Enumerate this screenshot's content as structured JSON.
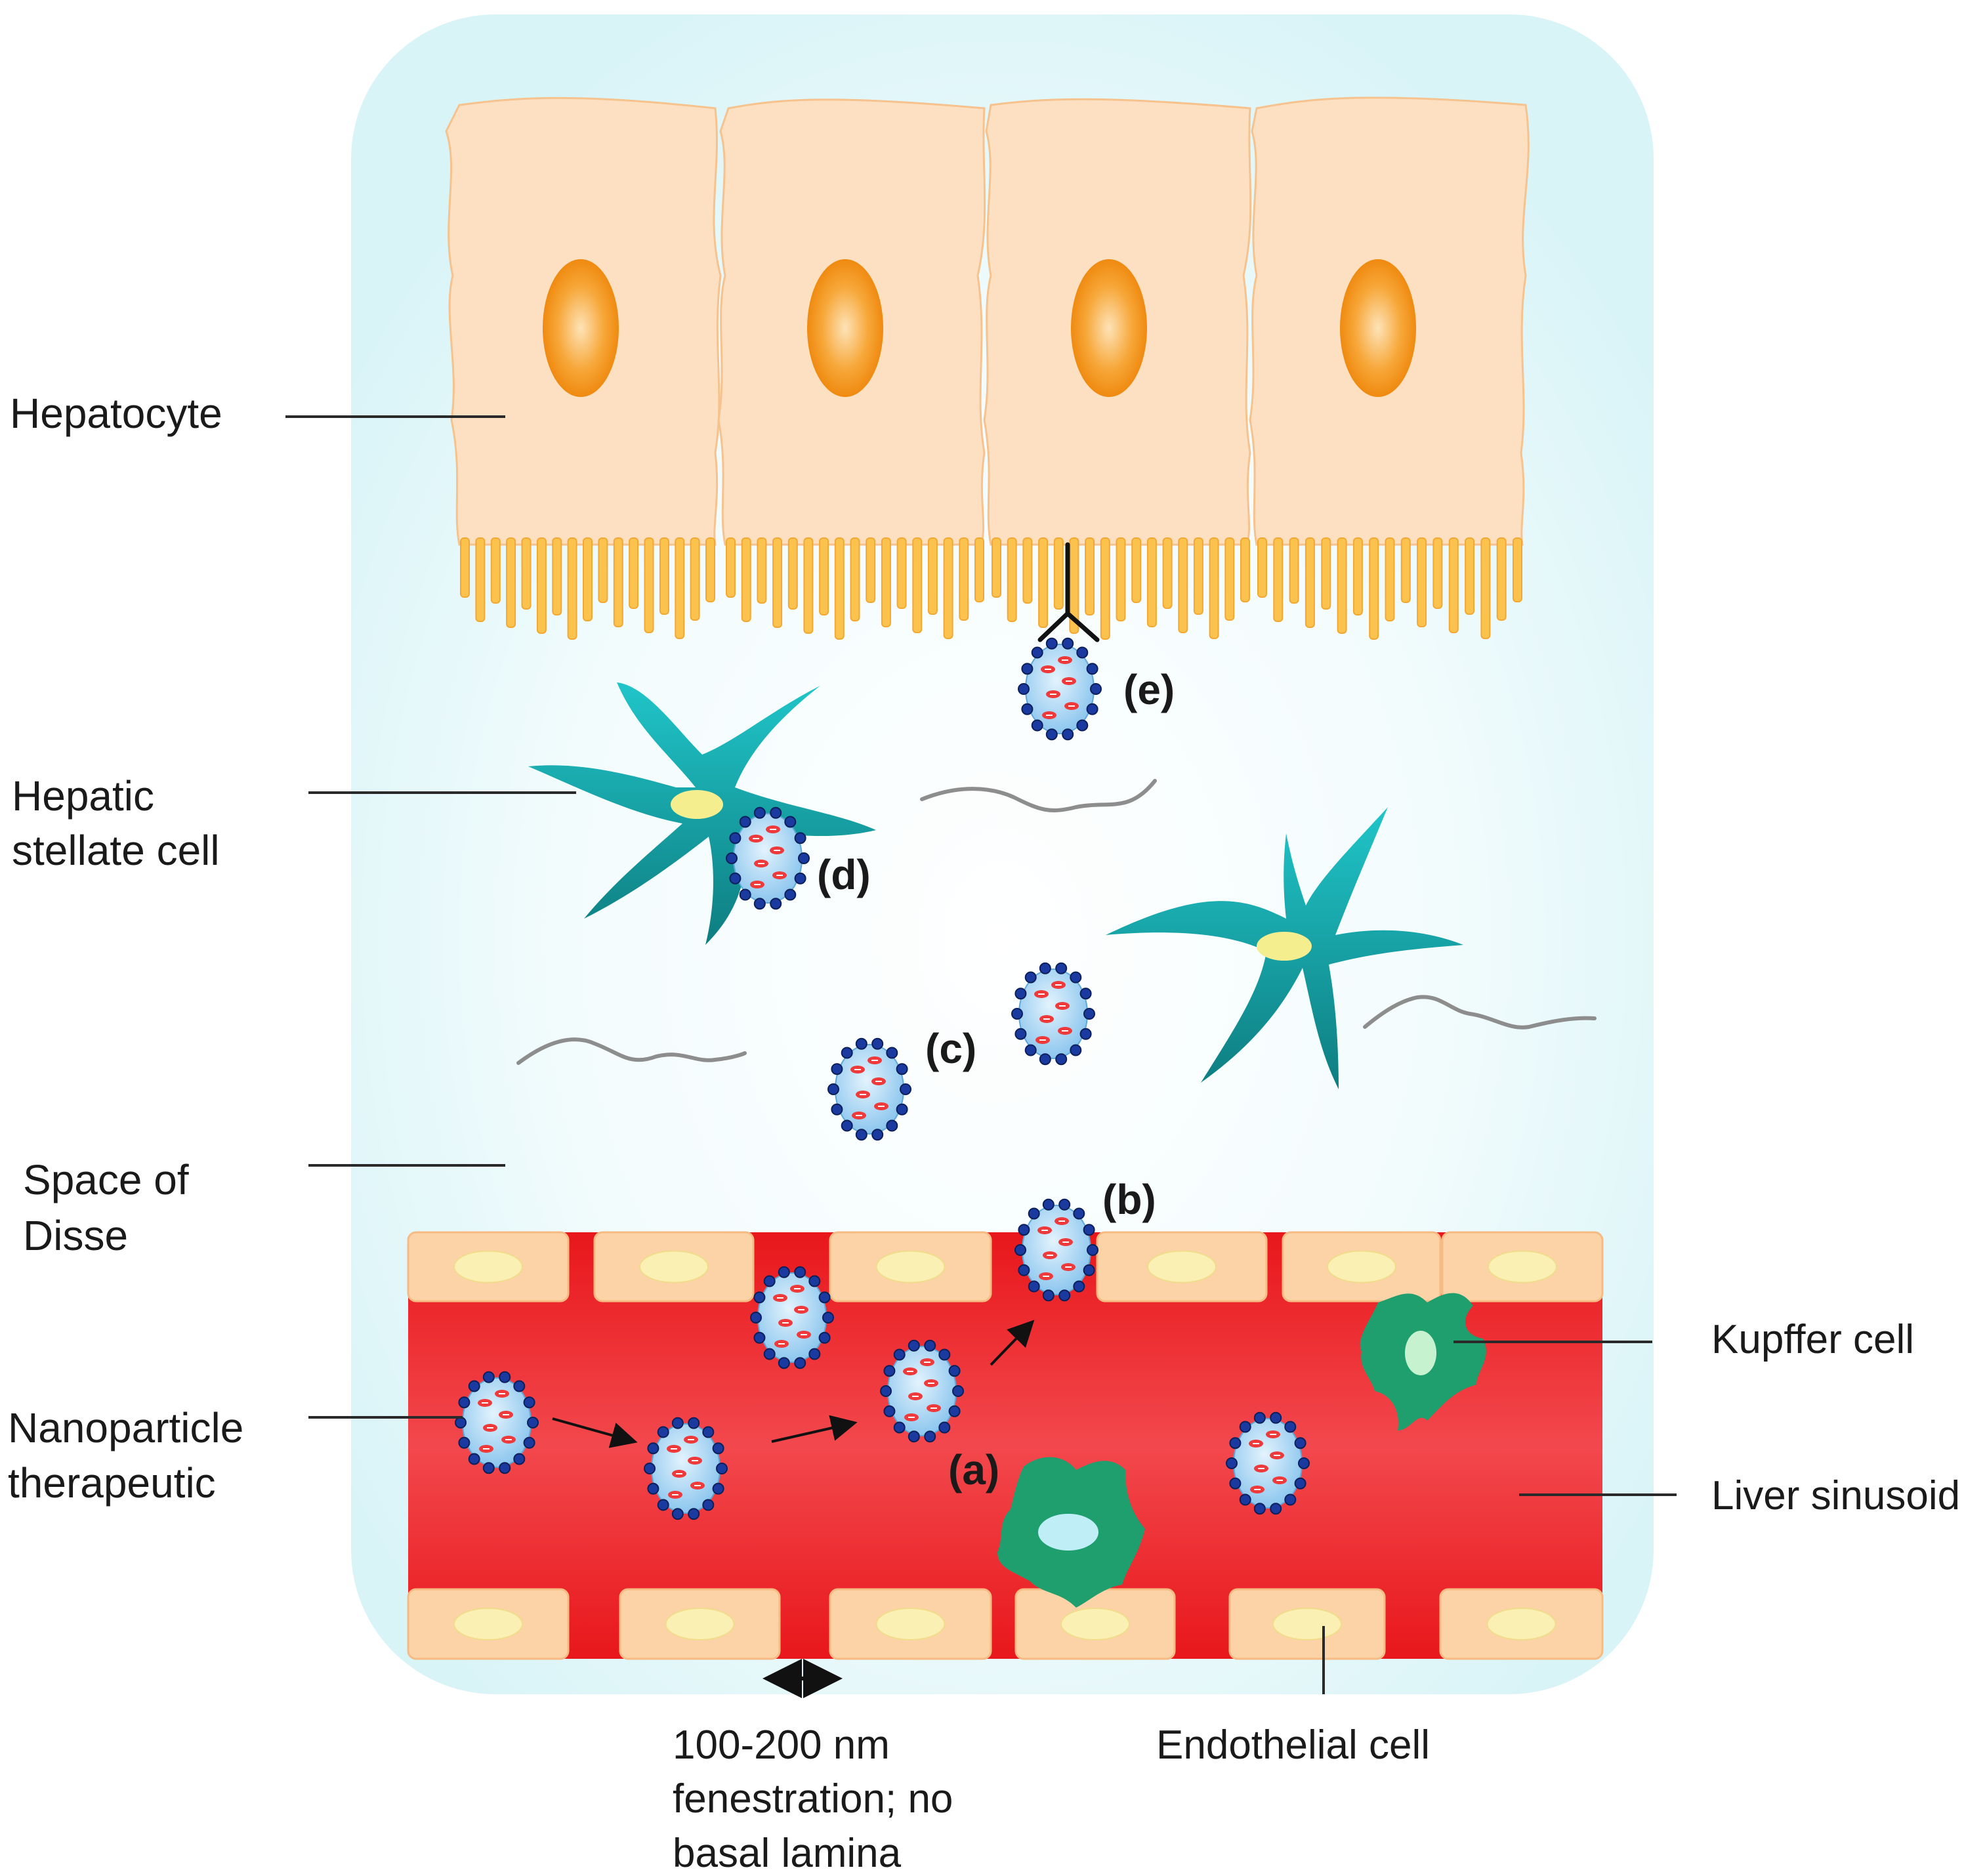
{
  "labels": {
    "hepatocyte": "Hepatocyte",
    "stellate_line1": "Hepatic",
    "stellate_line2": "stellate cell",
    "disse_line1": "Space of",
    "disse_line2": "Disse",
    "nano_line1": "Nanoparticle",
    "nano_line2": "therapeutic",
    "kupffer": "Kupffer cell",
    "sinusoid": "Liver sinusoid",
    "endothelial": "Endothelial cell",
    "fenestration_line1": "100-200 nm",
    "fenestration_line2": "fenestration; no",
    "fenestration_line3": "basal lamina"
  },
  "tags": {
    "a": "(a)",
    "b": "(b)",
    "c": "(c)",
    "d": "(d)",
    "e": "(e)"
  },
  "colors": {
    "background": "#ddf6f8",
    "hepatocyte_fill": "#fde0c2",
    "nucleus": "#f39a1c",
    "microvilli": "#fcc24e",
    "stellate": "#17a2a6",
    "sinusoid": "#ea1b1b",
    "endothelial": "#fbd3a6",
    "kupffer": "#1f9e6e",
    "nanoparticle": "#a9d6f2"
  }
}
